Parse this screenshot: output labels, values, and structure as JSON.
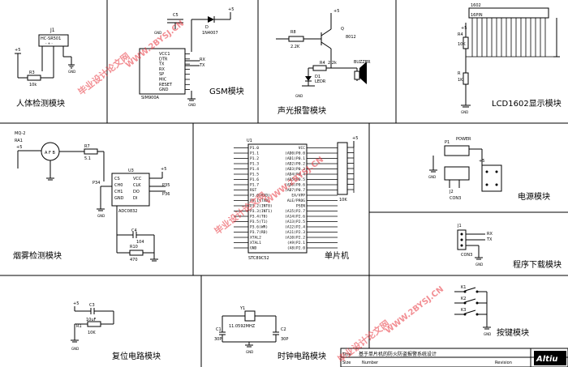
{
  "modules": {
    "human_detect": "人体检测模块",
    "gsm": "GSM模块",
    "alarm": "声光报警模块",
    "lcd": "LCD1602显示模块",
    "smoke": "烟雾检测模块",
    "mcu": "单片机",
    "power": "电源模块",
    "download": "程序下载模块",
    "reset": "复位电路模块",
    "clock": "时钟电路模块",
    "keys": "按键模块"
  },
  "human_detect": {
    "part": "J1",
    "model": "HC-SR501",
    "r_ref": "R3",
    "r_val": "10k",
    "vcc": "+5",
    "gnd": "GND"
  },
  "gsm": {
    "c_ref": "C5",
    "diode_ref": "D",
    "diode_model": "1N4007",
    "vcc": "+5",
    "chip": "SIM900A",
    "pins": [
      "VCC1",
      "DTR",
      "TX",
      "RX",
      "SP",
      "MIC",
      "RESET",
      "GND"
    ],
    "right_pins": [
      "RX",
      "TX"
    ],
    "gnd": "GND"
  },
  "alarm": {
    "r1_ref": "R8",
    "r1_val": "2.2K",
    "q_ref": "Q",
    "q_model": "8012",
    "vcc": "+5",
    "r2_ref": "R4",
    "r2_val": "2.2k",
    "led_ref": "D1",
    "led_label": "LEDR",
    "buzzer": "BUZZER",
    "gnd": "GND"
  },
  "lcd": {
    "ref": "1602",
    "pins_label": "16PIN",
    "r_ref": "R4",
    "r_val": "10K",
    "r2_ref": "R",
    "r2_val": "1K",
    "vcc": "+5",
    "gnd": "GND"
  },
  "smoke": {
    "sensor": "MQ-2",
    "rs_ref": "RA1",
    "r_ref": "R7",
    "r_val": "5.1",
    "vcc": "+5",
    "adc_ref": "U3",
    "adc_model": "ADC0832",
    "adc_pins_l": [
      "CS",
      "CH0",
      "CH1",
      "GND"
    ],
    "adc_pins_r": [
      "VCC",
      "CLK",
      "DO",
      "DI"
    ],
    "p_left": "P34",
    "p_right_1": "P35",
    "p_right_2": "P36",
    "c_ref": "C4",
    "c_val": "104",
    "r2_ref": "R10",
    "r2_val": "470",
    "gnd": "GND"
  },
  "mcu": {
    "ref": "U1",
    "model": "STC89C52",
    "left_pins": [
      "P1.0",
      "P1.1",
      "P1.2",
      "P1.3",
      "P1.4",
      "P1.5",
      "P1.6",
      "P1.7",
      "RST",
      "P3.0(RXD)",
      "P3.1(TXD)",
      "P3.2(INT0)",
      "P3.3(INT1)",
      "P3.4(T0)",
      "P3.5(T1)",
      "P3.6(WR)",
      "P3.7(RD)",
      "XTAL2",
      "XTAL1",
      "GND"
    ],
    "right_pins": [
      "VCC",
      "(AD0)P0.0",
      "(AD1)P0.1",
      "(AD2)P0.2",
      "(AD3)P0.3",
      "(AD4)P0.4",
      "(AD5)P0.5",
      "(AD6)P0.6",
      "(AD7)P0.7",
      "EA/VPP",
      "ALE/PROG",
      "PSEN",
      "(A15)P2.7",
      "(A14)P2.6",
      "(A13)P2.5",
      "(A12)P2.4",
      "(A11)P2.3",
      "(A10)P2.2",
      "(A9)P2.1",
      "(A8)P2.0"
    ],
    "pullup": "10K",
    "vcc": "+5"
  },
  "power": {
    "ref": "P1",
    "label": "POWER",
    "gnd": "GND",
    "conn": "J2",
    "conn_model": "CON3",
    "vcc": "+5"
  },
  "download": {
    "ref": "J1",
    "model": "CON3",
    "rx": "RX",
    "tx": "TX",
    "gnd": "GND"
  },
  "reset": {
    "vcc": "+5",
    "c_ref": "C3",
    "c_val": "10uF",
    "r_ref": "R1",
    "r_val": "10K",
    "gnd": "GND"
  },
  "clock": {
    "y_ref": "Y1",
    "y_val": "11.0592MHZ",
    "c1_ref": "C1",
    "c1_val": "30P",
    "c2_ref": "C2",
    "c2_val": "30P",
    "gnd": "GND"
  },
  "keys": {
    "k1": "K1",
    "k2": "K2",
    "k3": "K3",
    "gnd": "GND"
  },
  "title_block": {
    "title_lbl": "Title",
    "title_val": "基于单片机的防火防盗报警系统设计",
    "size_lbl": "Size",
    "number_lbl": "Number",
    "revision_lbl": "Revision",
    "logo": "Altiu"
  },
  "watermark": {
    "text_cn": "毕业设计论文网",
    "text_en": "WWW.2BYSJ.CN"
  }
}
